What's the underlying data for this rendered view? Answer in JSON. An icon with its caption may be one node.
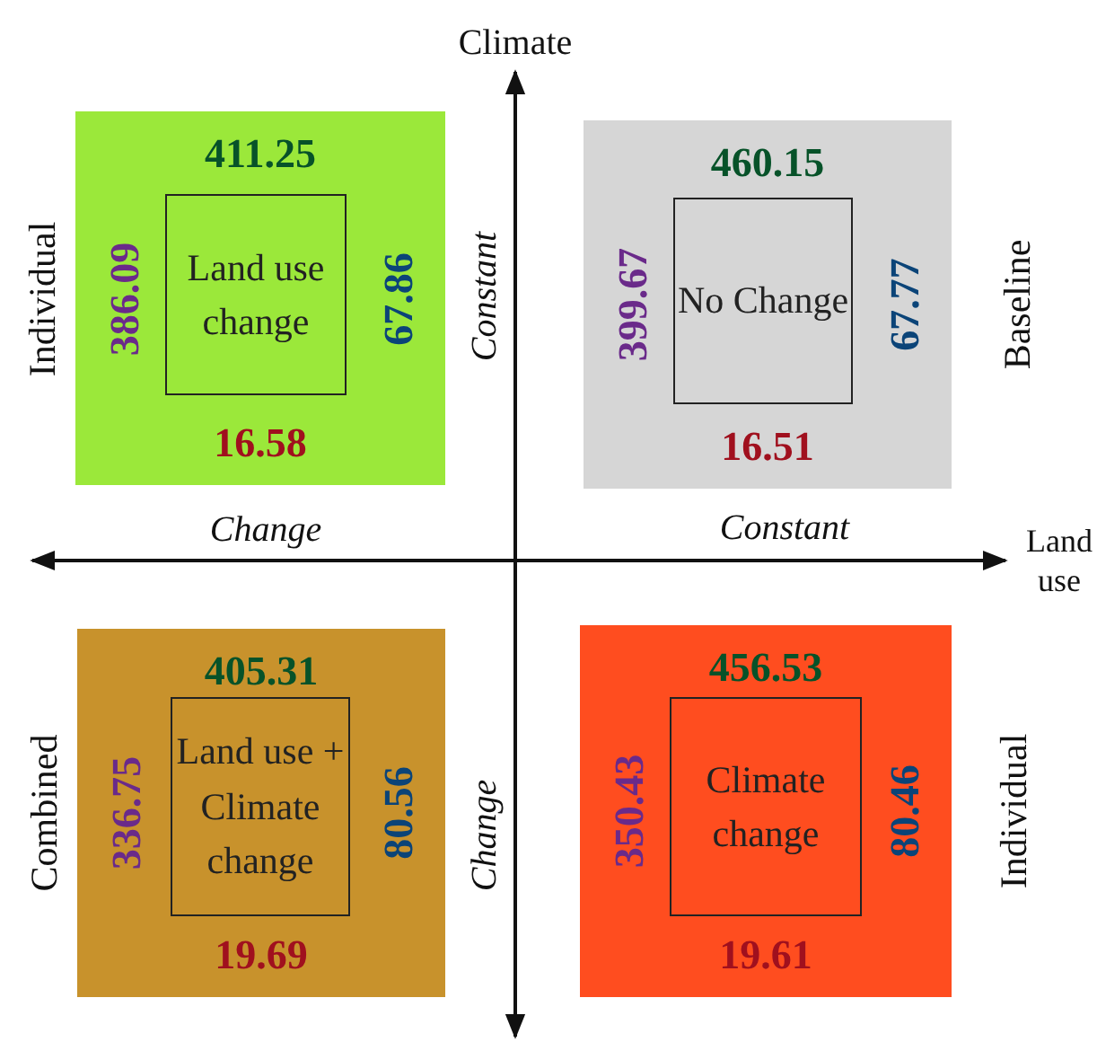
{
  "diagram": {
    "nodes": [
      {
        "text": [
          "411.25",
          "386.09",
          "67.86",
          "16.58"
        ],
        "beside": [
          "Individual"
        ]
      },
      {
        "text": [
          "Land use change"
        ],
        "in": 0
      },
      {
        "text": [
          "460.15",
          "399.67",
          "67.77",
          "16.51"
        ],
        "beside": [
          "Baseline"
        ]
      },
      {
        "text": [
          "No Change"
        ],
        "in": 2
      },
      {
        "text": [
          "405.31",
          "336.75",
          "80.56",
          "19.69"
        ],
        "beside": [
          "Combined"
        ]
      },
      {
        "text": [
          "Land use + Climate change"
        ],
        "in": 4
      },
      {
        "text": [
          "456.53",
          "350.43",
          "80.46",
          "19.61"
        ],
        "beside": [
          "Individual"
        ]
      },
      {
        "text": [
          "Climate change"
        ],
        "in": 6
      }
    ],
    "labels": [
      "Climate",
      "Constant",
      "Change",
      "Constant",
      "Land use",
      "Change"
    ]
  }
}
